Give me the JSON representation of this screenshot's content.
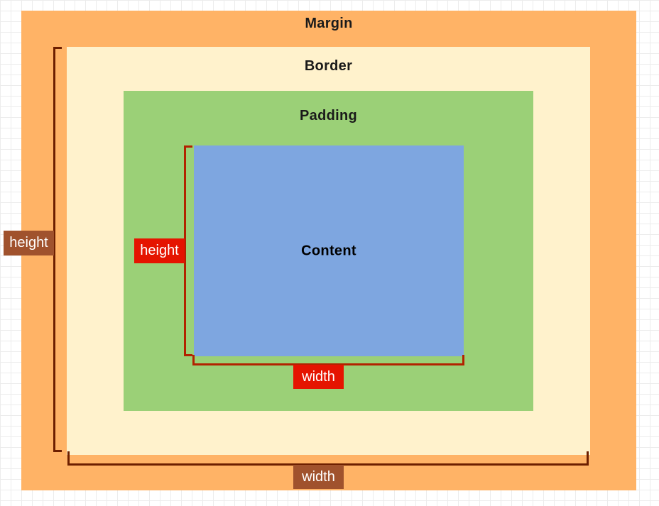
{
  "layers": {
    "margin": {
      "label": "Margin",
      "color": "#ffb366"
    },
    "border": {
      "label": "Border",
      "color": "#fff2cc"
    },
    "padding": {
      "label": "Padding",
      "color": "#9bd077"
    },
    "content": {
      "label": "Content",
      "color": "#7ea6e0"
    }
  },
  "dimension_labels": {
    "outer_height": "height",
    "outer_width": "width",
    "inner_height": "height",
    "inner_width": "width"
  },
  "colors": {
    "outer_bracket": "#6d1f00",
    "outer_tag_background": "#a0522d",
    "inner_bracket": "#b22200",
    "inner_tag_background": "#e51400",
    "grid_line": "#ececec"
  }
}
